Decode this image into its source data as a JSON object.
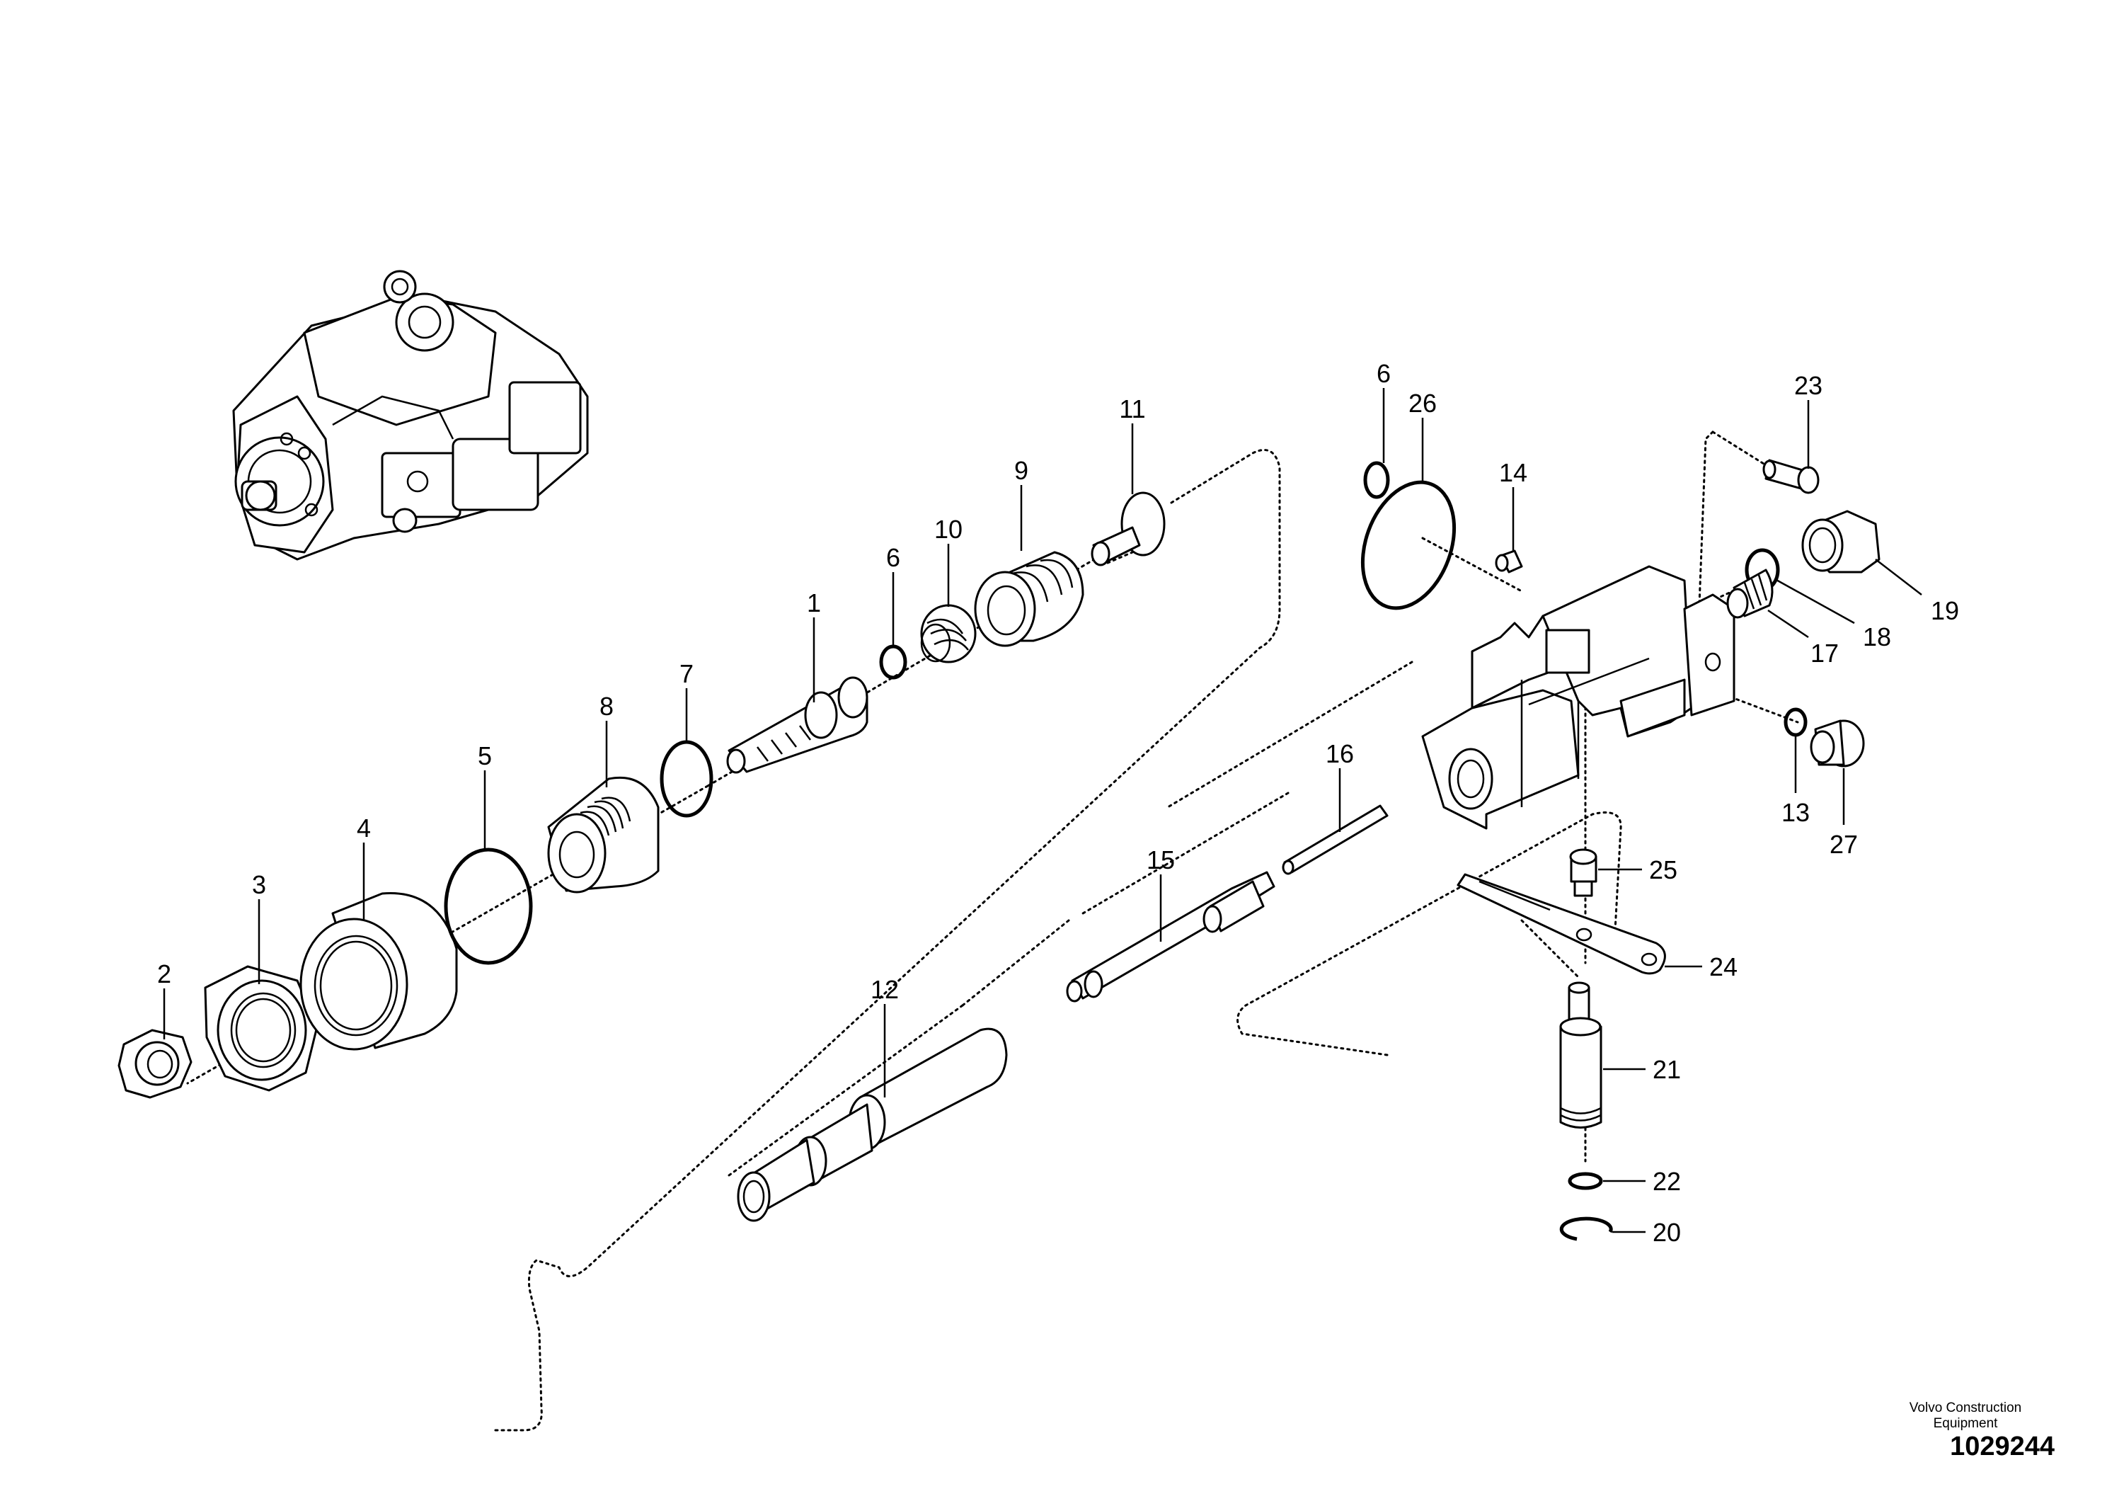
{
  "callouts": [
    {
      "id": "c1",
      "label": "1"
    },
    {
      "id": "c2",
      "label": "2"
    },
    {
      "id": "c3",
      "label": "3"
    },
    {
      "id": "c4",
      "label": "4"
    },
    {
      "id": "c5",
      "label": "5"
    },
    {
      "id": "c6a",
      "label": "6"
    },
    {
      "id": "c6b",
      "label": "6"
    },
    {
      "id": "c7",
      "label": "7"
    },
    {
      "id": "c8",
      "label": "8"
    },
    {
      "id": "c9",
      "label": "9"
    },
    {
      "id": "c10",
      "label": "10"
    },
    {
      "id": "c11",
      "label": "11"
    },
    {
      "id": "c12",
      "label": "12"
    },
    {
      "id": "c13",
      "label": "13"
    },
    {
      "id": "c14",
      "label": "14"
    },
    {
      "id": "c15",
      "label": "15"
    },
    {
      "id": "c16",
      "label": "16"
    },
    {
      "id": "c17",
      "label": "17"
    },
    {
      "id": "c18",
      "label": "18"
    },
    {
      "id": "c19",
      "label": "19"
    },
    {
      "id": "c20",
      "label": "20"
    },
    {
      "id": "c21",
      "label": "21"
    },
    {
      "id": "c22",
      "label": "22"
    },
    {
      "id": "c23",
      "label": "23"
    },
    {
      "id": "c24",
      "label": "24"
    },
    {
      "id": "c25",
      "label": "25"
    },
    {
      "id": "c26",
      "label": "26"
    },
    {
      "id": "c27",
      "label": "27"
    }
  ],
  "footer": {
    "brand_line1": "Volvo Construction",
    "brand_line2": "Equipment",
    "document_number": "1029244"
  }
}
